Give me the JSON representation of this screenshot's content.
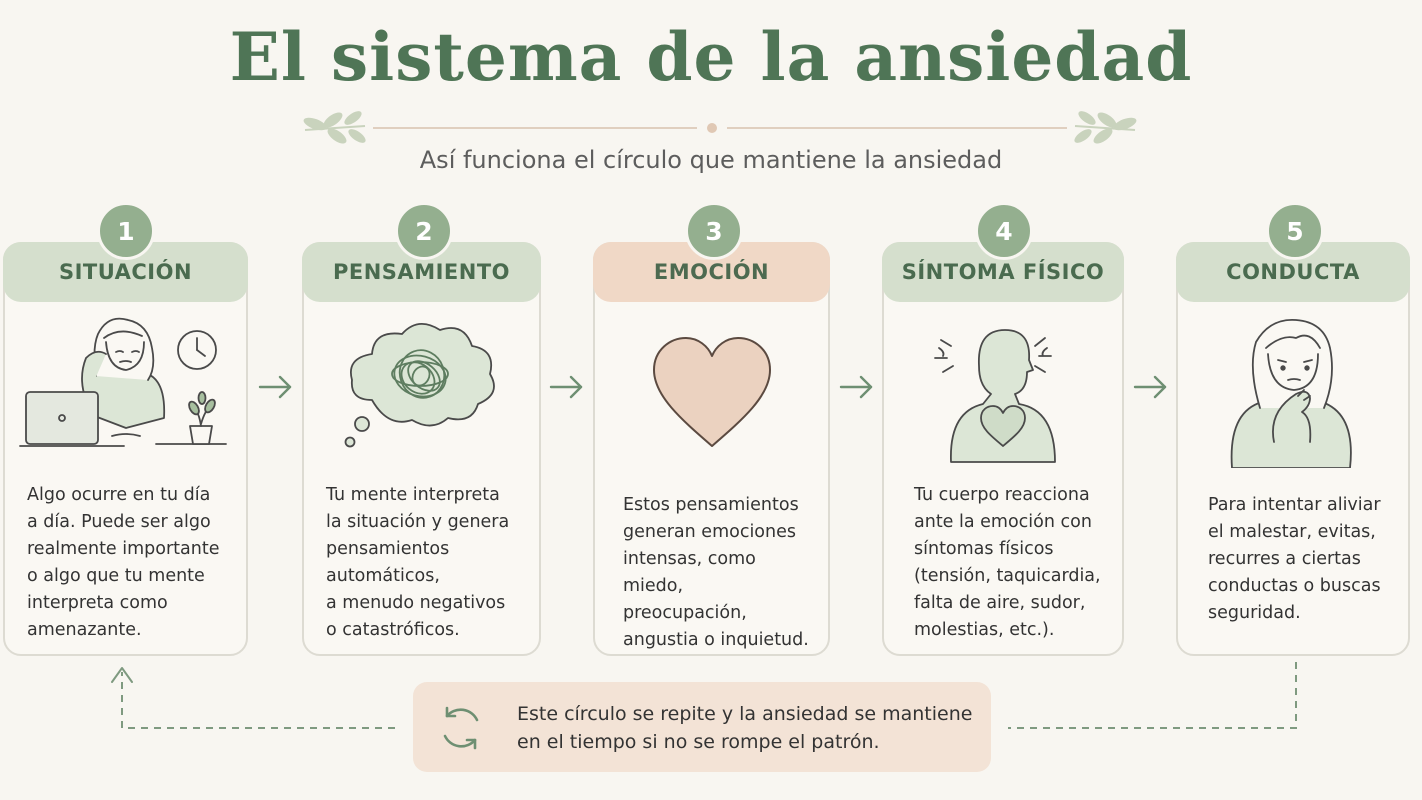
{
  "header": {
    "title": "El sistema de la ansiedad",
    "subtitle": "Así funciona el círculo que mantiene la ansiedad"
  },
  "colors": {
    "title_green": "#4f7556",
    "header_green": "#d5dfcd",
    "header_peach": "#f0d8c6",
    "badge_green": "#94af8f",
    "line_green": "#6e8f72",
    "background": "#f8f6f1",
    "loop_box": "#f3e3d6"
  },
  "steps": [
    {
      "number": "1",
      "title": "SITUACIÓN",
      "icon": "person-laptop-clock-icon",
      "text": [
        "Algo ocurre en tu día",
        "a día. Puede ser algo",
        "realmente importante",
        "o algo que tu mente",
        "interpreta como",
        "amenazante."
      ]
    },
    {
      "number": "2",
      "title": "PENSAMIENTO",
      "icon": "thought-cloud-icon",
      "text": [
        "Tu mente interpreta",
        "la situación y genera",
        "pensamientos",
        "automáticos,",
        "a menudo negativos",
        "o catastróficos."
      ]
    },
    {
      "number": "3",
      "title": "EMOCIÓN",
      "icon": "heart-icon",
      "text": [
        "Estos pensamientos",
        "generan emociones",
        "intensas, como miedo,",
        "preocupación,",
        "angustia o inquietud."
      ]
    },
    {
      "number": "4",
      "title": "SÍNTOMA FÍSICO",
      "icon": "body-heart-icon",
      "text": [
        "Tu cuerpo reacciona",
        "ante la emoción con",
        "síntomas físicos",
        "(tensión, taquicardia,",
        "falta de aire, sudor,",
        "molestias, etc.)."
      ]
    },
    {
      "number": "5",
      "title": "CONDUCTA",
      "icon": "worried-person-icon",
      "text": [
        "Para intentar aliviar",
        "el malestar, evitas,",
        "recurres a ciertas",
        "conductas o buscas",
        "seguridad."
      ]
    }
  ],
  "loop": {
    "icon": "cycle-arrows-icon",
    "text": [
      "Este círculo se repite y la ansiedad se mantiene",
      "en el tiempo si no se rompe el patrón."
    ]
  }
}
